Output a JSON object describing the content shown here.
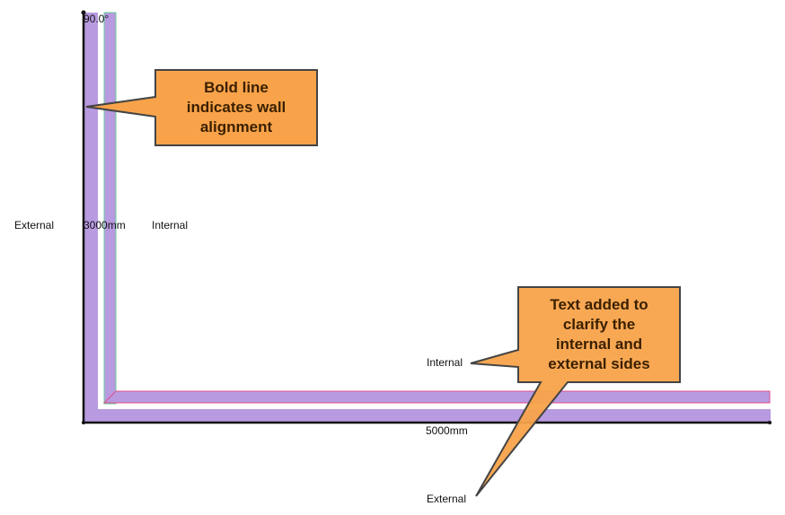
{
  "angle_label": "90.0°",
  "vertical_wall": {
    "dimension_label": "3000mm",
    "outer_side_label": "External",
    "inner_side_label": "Internal"
  },
  "horizontal_wall": {
    "dimension_label": "5000mm",
    "inner_side_label": "Internal",
    "outer_side_label": "External"
  },
  "callouts": {
    "alignment": {
      "text": "Bold line\nindicates wall\nalignment"
    },
    "sides": {
      "text": "Text added to\nclarify the\ninternal and\nexternal sides"
    }
  },
  "colors": {
    "wall_fill": "#b89ae0",
    "wall_inner_edge_vertical": "#66cc99",
    "wall_inner_edge_horizontal": "#e0508a",
    "callout_fill": "#f8a34a",
    "callout_stroke": "#444444",
    "alignment_line": "#111111"
  }
}
